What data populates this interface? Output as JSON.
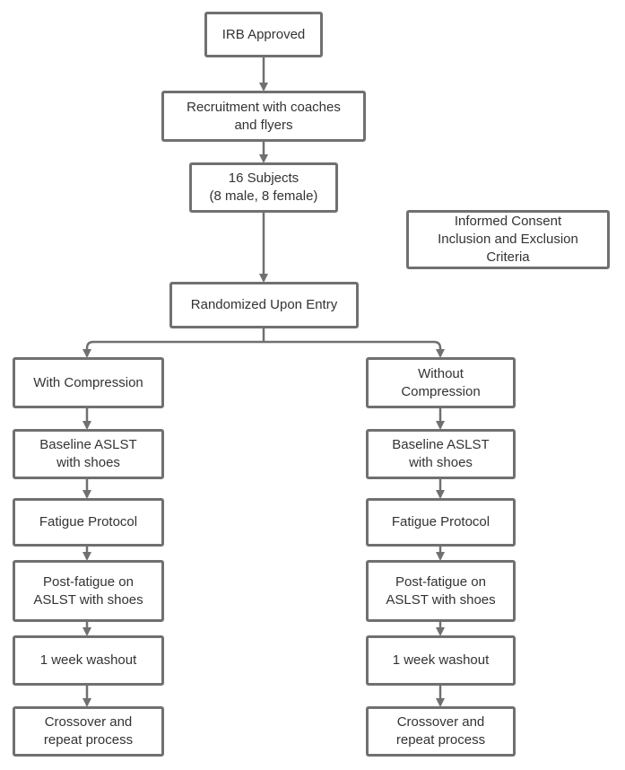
{
  "flowchart": {
    "irb": "IRB Approved",
    "recruitment": "Recruitment with coaches\nand flyers",
    "subjects": "16 Subjects\n(8 male, 8 female)",
    "consent": "Informed Consent\nInclusion and Exclusion\nCriteria",
    "randomized": "Randomized Upon Entry",
    "left": {
      "group": "With Compression",
      "baseline": "Baseline ASLST\nwith shoes",
      "fatigue": "Fatigue Protocol",
      "post": "Post-fatigue on\nASLST with shoes",
      "washout": "1 week washout",
      "crossover": "Crossover and\nrepeat process"
    },
    "right": {
      "group": "Without\nCompression",
      "baseline": "Baseline ASLST\nwith shoes",
      "fatigue": "Fatigue Protocol",
      "post": "Post-fatigue on\nASLST with shoes",
      "washout": "1 week washout",
      "crossover": "Crossover and\nrepeat process"
    }
  },
  "colors": {
    "stroke": "#707070",
    "text": "#333333"
  }
}
